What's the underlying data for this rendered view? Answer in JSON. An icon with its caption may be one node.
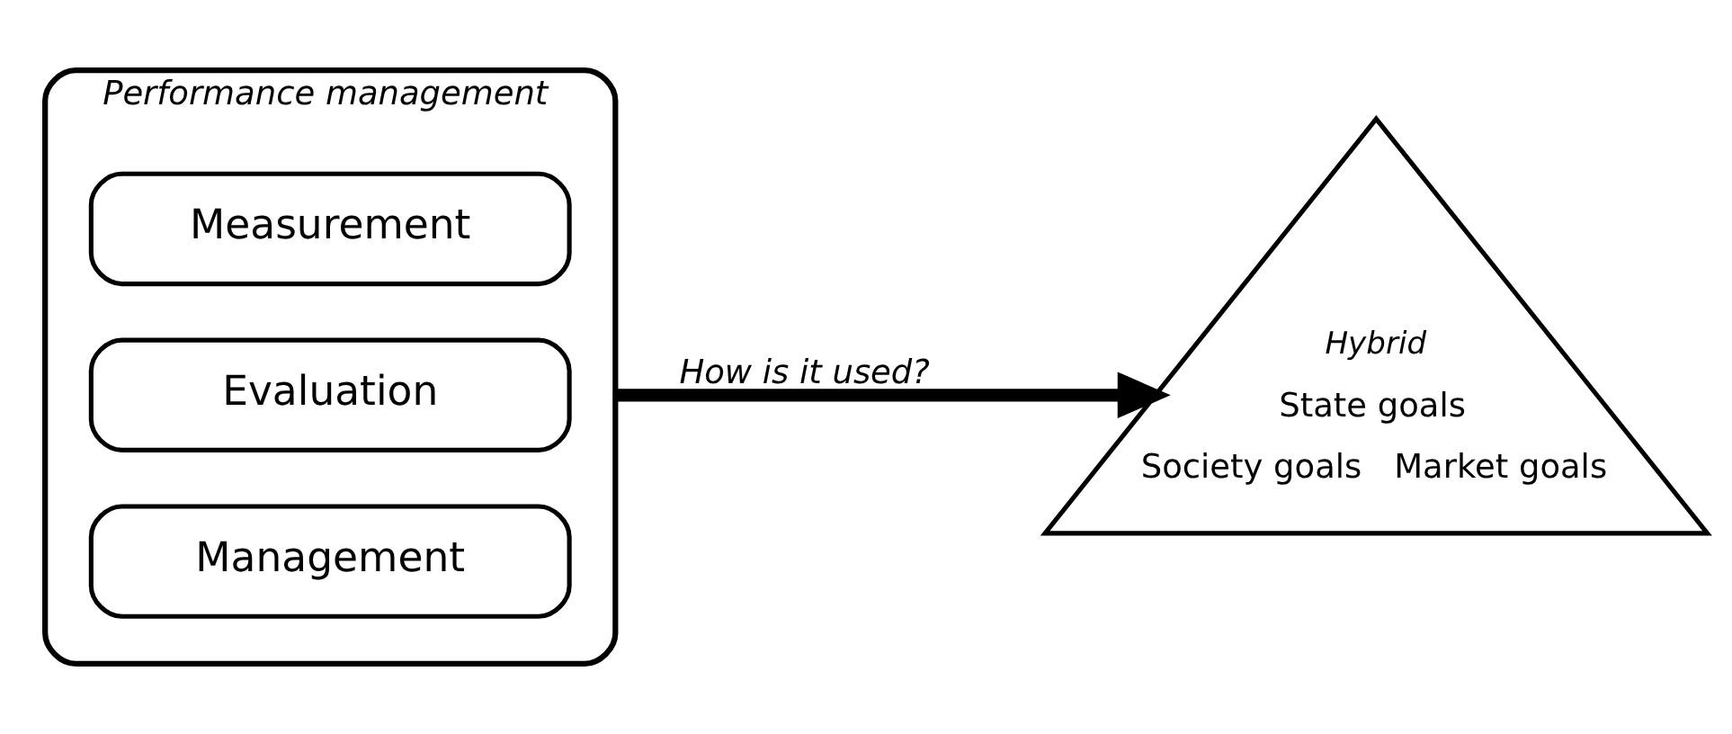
{
  "diagram": {
    "nodes": [
      {
        "text": [
          "Performance management"
        ]
      },
      {
        "text": [
          "Measurement"
        ],
        "in": 0
      },
      {
        "text": [
          "Evaluation"
        ],
        "in": 0
      },
      {
        "text": [
          "Management"
        ],
        "in": 0
      },
      {
        "text": [
          "Hybrid",
          "State goals",
          "Society goals",
          "Market goals"
        ]
      }
    ],
    "edges": [
      {
        "from": 0,
        "to": 4,
        "arrow": "to",
        "label": "How is it used?"
      }
    ]
  }
}
